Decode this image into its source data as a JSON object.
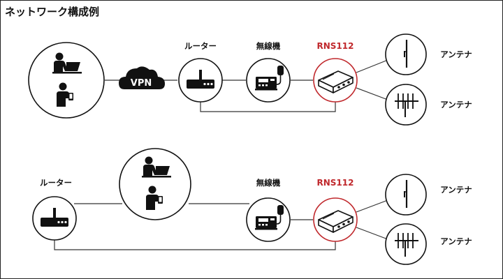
{
  "title": "ネットワーク構成例",
  "labels": {
    "router": "ルーター",
    "radio": "無線機",
    "rns": "RNS112",
    "antenna": "アンテナ",
    "vpn": "VPN"
  },
  "colors": {
    "line": "#333333",
    "icon": "#111111",
    "accent": "#c0282c"
  },
  "icons": [
    "user-laptop-icon",
    "user-phone-icon",
    "vpn-cloud-icon",
    "router-icon",
    "radio-transceiver-icon",
    "rns-device-icon",
    "vertical-antenna-icon",
    "yagi-antenna-icon"
  ]
}
